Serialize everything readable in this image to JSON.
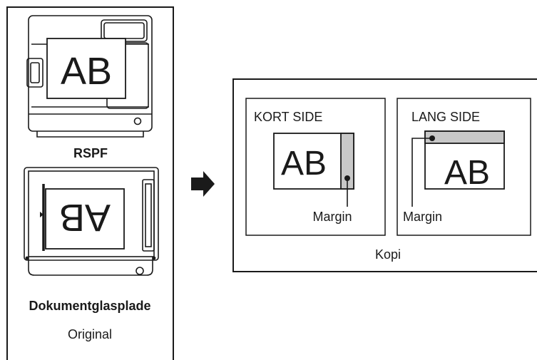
{
  "original_panel": {
    "rspf": {
      "sheet_text": "AB",
      "label": "RSPF"
    },
    "glass": {
      "sheet_text": "AB",
      "label": "Dokumentglasplade"
    },
    "caption": "Original"
  },
  "copy_panel": {
    "short_side": {
      "title": "KORT SIDE",
      "sheet_text": "AB",
      "margin_label": "Margin"
    },
    "long_side": {
      "title": "LANG SIDE",
      "sheet_text": "AB",
      "margin_label": "Margin"
    },
    "caption": "Kopi"
  },
  "colors": {
    "line": "#1a1a1a",
    "margin_strip": "#c8c8c8",
    "background": "#ffffff"
  }
}
